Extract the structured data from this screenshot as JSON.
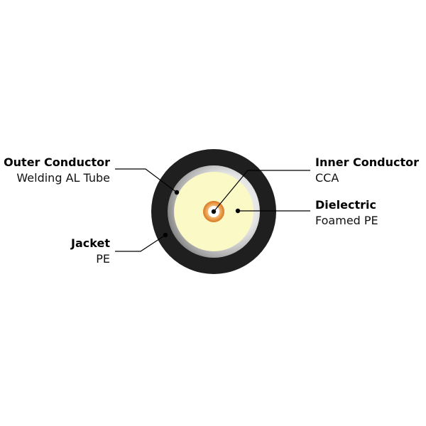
{
  "callouts": {
    "outer_conductor": {
      "title": "Outer Conductor",
      "material": "Welding AL Tube"
    },
    "jacket": {
      "title": "Jacket",
      "material": "PE"
    },
    "inner_conductor": {
      "title": "Inner Conductor",
      "material": "CCA"
    },
    "dielectric": {
      "title": "Dielectric",
      "material": "Foamed PE"
    }
  },
  "colors": {
    "jacket": "#1f1f1f",
    "outer_conductor_light": "#f2f2f2",
    "outer_conductor_dark": "#8c8c8c",
    "dielectric": "#fbf9c6",
    "inner_conductor_copper": "#e48a2c",
    "inner_conductor_core": "#ffffff"
  }
}
